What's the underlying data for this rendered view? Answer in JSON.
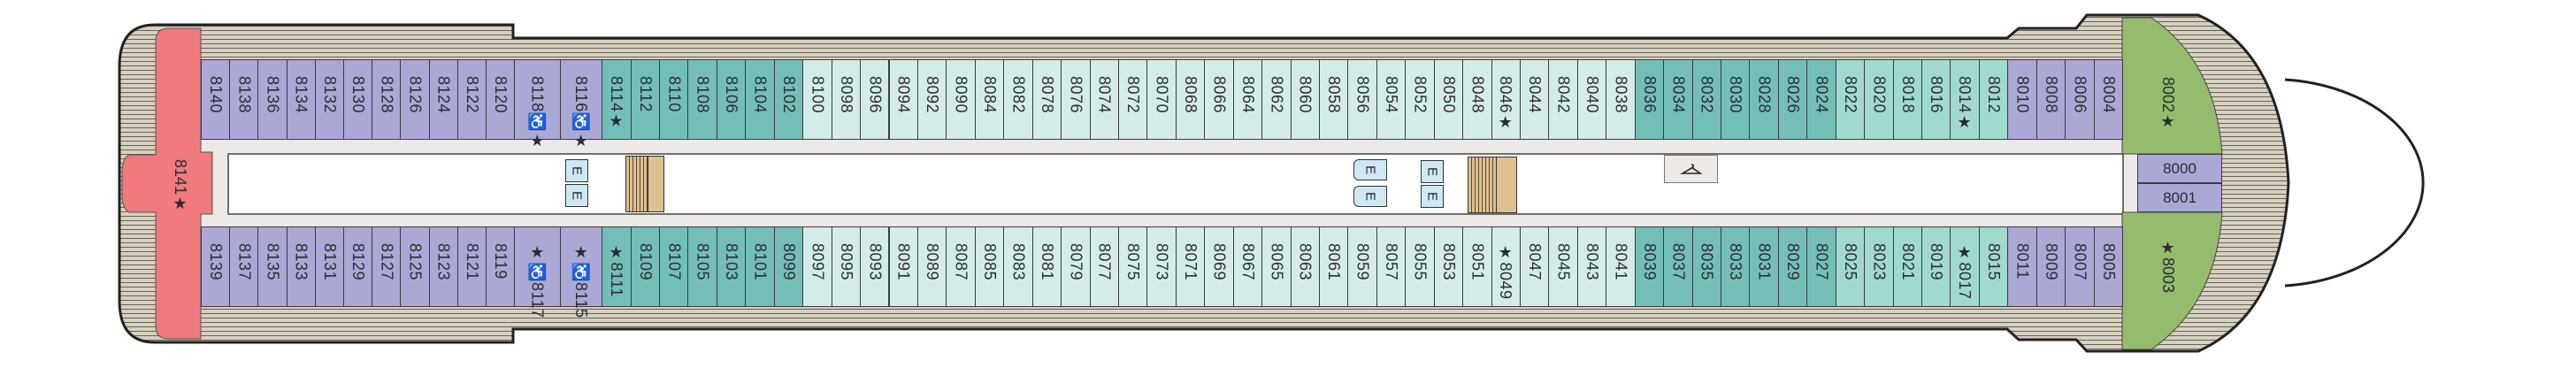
{
  "deck_plan": {
    "stern_suite": {
      "label": "8141★"
    },
    "bow_suite_top": {
      "label": "8002★"
    },
    "bow_suite_bottom": {
      "label": "★8003"
    },
    "bow_cabins": [
      "8000",
      "8001"
    ],
    "elevator_label": "E",
    "wardrobe_icon": "hanger-icon",
    "colors": {
      "purple": "#aba8d5",
      "teal": "#73bfb7",
      "light": "#d4ece8",
      "mint": "#a0dace",
      "suite_red": "#f07a7e",
      "suite_green": "#95bb6c",
      "corridor": "#ece9e6",
      "deck": "#d8d1c1"
    },
    "top_row": [
      {
        "label": "8140",
        "category": "purple"
      },
      {
        "label": "8138",
        "category": "purple"
      },
      {
        "label": "8136",
        "category": "purple"
      },
      {
        "label": "8134",
        "category": "purple"
      },
      {
        "label": "8132",
        "category": "purple"
      },
      {
        "label": "8130",
        "category": "purple"
      },
      {
        "label": "8128",
        "category": "purple"
      },
      {
        "label": "8126",
        "category": "purple"
      },
      {
        "label": "8124",
        "category": "purple"
      },
      {
        "label": "8122",
        "category": "purple"
      },
      {
        "label": "8120",
        "category": "purple"
      },
      {
        "label": "8118♿★",
        "category": "purple"
      },
      {
        "label": "8116♿★",
        "category": "purple"
      },
      {
        "label": "8114★",
        "category": "teal"
      },
      {
        "label": "8112",
        "category": "teal"
      },
      {
        "label": "8110",
        "category": "teal"
      },
      {
        "label": "8108",
        "category": "teal"
      },
      {
        "label": "8106",
        "category": "teal"
      },
      {
        "label": "8104",
        "category": "teal"
      },
      {
        "label": "8102",
        "category": "teal"
      },
      {
        "label": "8100",
        "category": "light"
      },
      {
        "label": "8098",
        "category": "light"
      },
      {
        "label": "8096",
        "category": "light"
      },
      {
        "label": "8094",
        "category": "light"
      },
      {
        "label": "8092",
        "category": "light"
      },
      {
        "label": "8090",
        "category": "light"
      },
      {
        "label": "8084",
        "category": "light"
      },
      {
        "label": "8082",
        "category": "light"
      },
      {
        "label": "8078",
        "category": "light"
      },
      {
        "label": "8076",
        "category": "light"
      },
      {
        "label": "8074",
        "category": "light"
      },
      {
        "label": "8072",
        "category": "light"
      },
      {
        "label": "8070",
        "category": "light"
      },
      {
        "label": "8068",
        "category": "light"
      },
      {
        "label": "8066",
        "category": "light"
      },
      {
        "label": "8064",
        "category": "light"
      },
      {
        "label": "8062",
        "category": "light"
      },
      {
        "label": "8060",
        "category": "light"
      },
      {
        "label": "8058",
        "category": "light"
      },
      {
        "label": "8056",
        "category": "light"
      },
      {
        "label": "8054",
        "category": "light"
      },
      {
        "label": "8052",
        "category": "light"
      },
      {
        "label": "8050",
        "category": "light"
      },
      {
        "label": "8048",
        "category": "light"
      },
      {
        "label": "8046★",
        "category": "light"
      },
      {
        "label": "8044",
        "category": "light"
      },
      {
        "label": "8042",
        "category": "light"
      },
      {
        "label": "8040",
        "category": "light"
      },
      {
        "label": "8038",
        "category": "light"
      },
      {
        "label": "8036",
        "category": "teal"
      },
      {
        "label": "8034",
        "category": "teal"
      },
      {
        "label": "8032",
        "category": "teal"
      },
      {
        "label": "8030",
        "category": "teal"
      },
      {
        "label": "8028",
        "category": "teal"
      },
      {
        "label": "8026",
        "category": "teal"
      },
      {
        "label": "8024",
        "category": "teal"
      },
      {
        "label": "8022",
        "category": "mint"
      },
      {
        "label": "8020",
        "category": "mint"
      },
      {
        "label": "8018",
        "category": "mint"
      },
      {
        "label": "8016",
        "category": "mint"
      },
      {
        "label": "8014★",
        "category": "mint"
      },
      {
        "label": "8012",
        "category": "mint"
      },
      {
        "label": "8010",
        "category": "purple"
      },
      {
        "label": "8008",
        "category": "purple"
      },
      {
        "label": "8006",
        "category": "purple"
      },
      {
        "label": "8004",
        "category": "purple"
      }
    ],
    "bottom_row": [
      {
        "label": "8139",
        "category": "purple"
      },
      {
        "label": "8137",
        "category": "purple"
      },
      {
        "label": "8135",
        "category": "purple"
      },
      {
        "label": "8133",
        "category": "purple"
      },
      {
        "label": "8131",
        "category": "purple"
      },
      {
        "label": "8129",
        "category": "purple"
      },
      {
        "label": "8127",
        "category": "purple"
      },
      {
        "label": "8125",
        "category": "purple"
      },
      {
        "label": "8123",
        "category": "purple"
      },
      {
        "label": "8121",
        "category": "purple"
      },
      {
        "label": "8119",
        "category": "purple"
      },
      {
        "label": "★♿8117",
        "category": "purple"
      },
      {
        "label": "★♿8115",
        "category": "purple"
      },
      {
        "label": "★8111",
        "category": "teal"
      },
      {
        "label": "8109",
        "category": "teal"
      },
      {
        "label": "8107",
        "category": "teal"
      },
      {
        "label": "8105",
        "category": "teal"
      },
      {
        "label": "8103",
        "category": "teal"
      },
      {
        "label": "8101",
        "category": "teal"
      },
      {
        "label": "8099",
        "category": "teal"
      },
      {
        "label": "8097",
        "category": "light"
      },
      {
        "label": "8095",
        "category": "light"
      },
      {
        "label": "8093",
        "category": "light"
      },
      {
        "label": "8091",
        "category": "light"
      },
      {
        "label": "8089",
        "category": "light"
      },
      {
        "label": "8087",
        "category": "light"
      },
      {
        "label": "8085",
        "category": "light"
      },
      {
        "label": "8083",
        "category": "light"
      },
      {
        "label": "8081",
        "category": "light"
      },
      {
        "label": "8079",
        "category": "light"
      },
      {
        "label": "8077",
        "category": "light"
      },
      {
        "label": "8075",
        "category": "light"
      },
      {
        "label": "8073",
        "category": "light"
      },
      {
        "label": "8071",
        "category": "light"
      },
      {
        "label": "8069",
        "category": "light"
      },
      {
        "label": "8067",
        "category": "light"
      },
      {
        "label": "8065",
        "category": "light"
      },
      {
        "label": "8063",
        "category": "light"
      },
      {
        "label": "8061",
        "category": "light"
      },
      {
        "label": "8059",
        "category": "light"
      },
      {
        "label": "8057",
        "category": "light"
      },
      {
        "label": "8055",
        "category": "light"
      },
      {
        "label": "8053",
        "category": "light"
      },
      {
        "label": "8051",
        "category": "light"
      },
      {
        "label": "★8049",
        "category": "light"
      },
      {
        "label": "8047",
        "category": "light"
      },
      {
        "label": "8045",
        "category": "light"
      },
      {
        "label": "8043",
        "category": "light"
      },
      {
        "label": "8041",
        "category": "light"
      },
      {
        "label": "8039",
        "category": "teal"
      },
      {
        "label": "8037",
        "category": "teal"
      },
      {
        "label": "8035",
        "category": "teal"
      },
      {
        "label": "8033",
        "category": "teal"
      },
      {
        "label": "8031",
        "category": "teal"
      },
      {
        "label": "8029",
        "category": "teal"
      },
      {
        "label": "8027",
        "category": "teal"
      },
      {
        "label": "8025",
        "category": "mint"
      },
      {
        "label": "8023",
        "category": "mint"
      },
      {
        "label": "8021",
        "category": "mint"
      },
      {
        "label": "8019",
        "category": "mint"
      },
      {
        "label": "★8017",
        "category": "mint"
      },
      {
        "label": "8015",
        "category": "mint"
      },
      {
        "label": "8011",
        "category": "purple"
      },
      {
        "label": "8009",
        "category": "purple"
      },
      {
        "label": "8007",
        "category": "purple"
      },
      {
        "label": "8005",
        "category": "purple"
      }
    ]
  }
}
